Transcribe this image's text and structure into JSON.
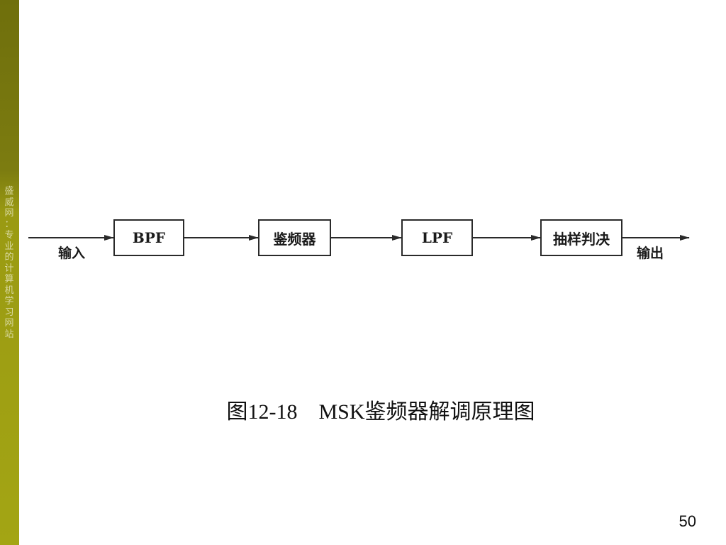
{
  "sidebar": {
    "chars": [
      "盛",
      "威",
      "网",
      "：",
      "专",
      "业",
      "的",
      "计",
      "算",
      "机",
      "学",
      "习",
      "网",
      "站"
    ]
  },
  "diagram": {
    "input_label": "输入",
    "output_label": "输出",
    "blocks": [
      "BPF",
      "鉴频器",
      "LPF",
      "抽样判决"
    ]
  },
  "caption": "图12-18    MSK鉴频器解调原理图",
  "page_number": "50",
  "colors": {
    "sidebar_dark": "#6f6f0c",
    "sidebar_light": "#a3a514",
    "line": "#2a2a2a"
  }
}
